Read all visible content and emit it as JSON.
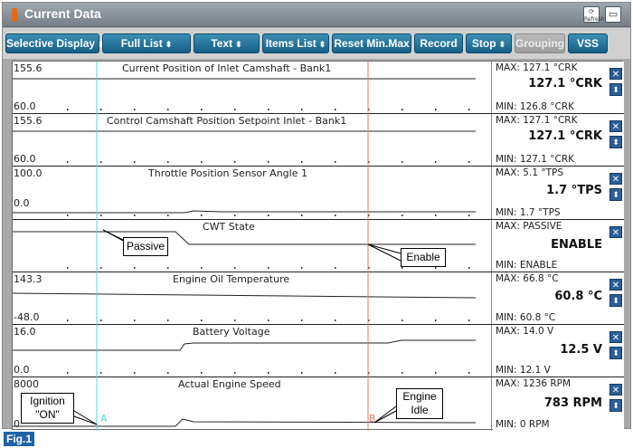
{
  "window": {
    "title": "Current Data"
  },
  "titlebar_buttons": [
    {
      "icon": "refresh-icon",
      "label": "Refresh"
    },
    {
      "icon": "maximize-icon",
      "label": ""
    }
  ],
  "toolbar": {
    "buttons": [
      {
        "label": "Selective Display",
        "updown": "⬍",
        "disabled": false
      },
      {
        "label": "Full List",
        "updown": "⬍",
        "disabled": false
      },
      {
        "label": "Text",
        "updown": "⬍",
        "disabled": false
      },
      {
        "label": "Items List",
        "updown": "⬍",
        "disabled": false
      },
      {
        "label": "Reset Min.Max",
        "updown": "",
        "disabled": false
      },
      {
        "label": "Record",
        "updown": "",
        "disabled": false
      },
      {
        "label": "Stop",
        "updown": "⬍",
        "disabled": false
      },
      {
        "label": "Grouping",
        "updown": "",
        "disabled": true
      },
      {
        "label": "VSS",
        "updown": "",
        "disabled": false
      }
    ]
  },
  "signals": [
    {
      "name": "Current Position of Inlet Camshaft - Bank1",
      "axis_max": "155.6",
      "axis_min": "60.0",
      "max": "MAX: 127.1 °CRK",
      "current": "127.1 °CRK",
      "min": "MIN: 126.8 °CRK",
      "up": true
    },
    {
      "name": "Control Camshaft Position Setpoint Inlet - Bank1",
      "axis_max": "155.6",
      "axis_min": "60.0",
      "max": "MAX: 127.1 °CRK",
      "current": "127.1 °CRK",
      "min": "MIN: 127.1 °CRK",
      "up": true
    },
    {
      "name": "Throttle Position Sensor Angle 1",
      "axis_max": "100.0",
      "axis_min": "0.0",
      "max": "MAX:   5.1 °TPS",
      "current": "1.7 °TPS",
      "min": "MIN:   1.7 °TPS",
      "up": true
    },
    {
      "name": "CWT State",
      "axis_max": "",
      "axis_min": "",
      "max": "MAX: PASSIVE",
      "current": "ENABLE",
      "min": "MIN: ENABLE",
      "up": false
    },
    {
      "name": "Engine Oil Temperature",
      "axis_max": "143.3",
      "axis_min": "-48.0",
      "max": "MAX:  66.8 °C",
      "current": "60.8 °C",
      "min": "MIN: 60.8 °C",
      "up": true
    },
    {
      "name": "Battery Voltage",
      "axis_max": "16.0",
      "axis_min": "0.0",
      "max": "MAX:  14.0 V",
      "current": "12.5 V",
      "min": "MIN:  12.1 V",
      "up": true
    },
    {
      "name": "Actual Engine Speed",
      "axis_max": "8000",
      "axis_min": "0",
      "max": "MAX:  1236 RPM",
      "current": "783 RPM",
      "min": "MIN:     0 RPM",
      "up": true
    }
  ],
  "cursors": {
    "a_label": "A",
    "b_label": "B",
    "a_color": "#4fd8d8",
    "b_color": "#e87a6a"
  },
  "callouts": {
    "passive": "Passive",
    "enable": "Enable",
    "ignition_l1": "Ignition",
    "ignition_l2": "\"ON\"",
    "idle_l1": "Engine",
    "idle_l2": "Idle"
  },
  "figure_label": "Fig.1",
  "colors": {
    "button_blue": "#1f6f98",
    "title_gray": "#8a939b",
    "fig_label": "#1e62a8"
  }
}
